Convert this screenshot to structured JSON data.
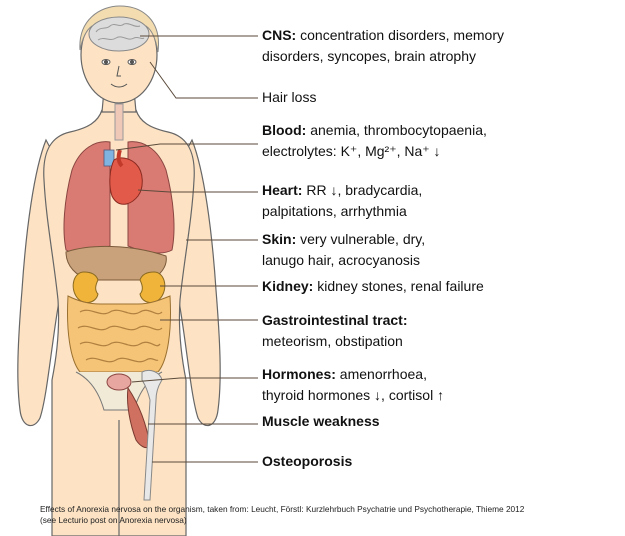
{
  "labels": {
    "cns": {
      "title": "CNS:",
      "line1": " concentration disorders, memory",
      "line2": "disorders, syncopes, brain atrophy"
    },
    "hair": {
      "text": "Hair loss"
    },
    "blood": {
      "title": "Blood:",
      "line1": " anemia, thrombocytopaenia,",
      "line2": "electrolytes: K⁺, Mg²⁺, Na⁺ ↓"
    },
    "heart": {
      "title": "Heart:",
      "line1": " RR ↓, bradycardia,",
      "line2": "palpitations, arrhythmia"
    },
    "skin": {
      "title": "Skin:",
      "line1": " very vulnerable, dry,",
      "line2": "lanugo hair, acrocyanosis"
    },
    "kidney": {
      "title": "Kidney:",
      "line1": " kidney stones, renal failure"
    },
    "gi": {
      "title": "Gastrointestinal tract:",
      "line2": "meteorism, obstipation"
    },
    "hormones": {
      "title": "Hormones:",
      "line1": " amenorrhoea,",
      "line2": "thyroid hormones ↓, cortisol ↑"
    },
    "muscle": {
      "title": "Muscle weakness"
    },
    "osteo": {
      "title": "Osteoporosis"
    }
  },
  "caption": {
    "line1": "Effects of Anorexia nervosa on the organism, taken from: Leucht, Förstl: Kurzlehrbuch Psychatrie und Psychotherapie, Thieme 2012",
    "line2": "(see Lecturio post on Anorexia nervosa)"
  },
  "colors": {
    "skin": "#fde3c4",
    "outline": "#555555",
    "lung": "#d97a73",
    "heart": "#e25a4a",
    "liver": "#c9a27c",
    "kidney": "#f0b43a",
    "intestine": "#f5c477",
    "brain": "#dcdcdc",
    "bone": "#e8e8e8",
    "muscle": "#d07060",
    "leader": "#5a4a3a"
  }
}
